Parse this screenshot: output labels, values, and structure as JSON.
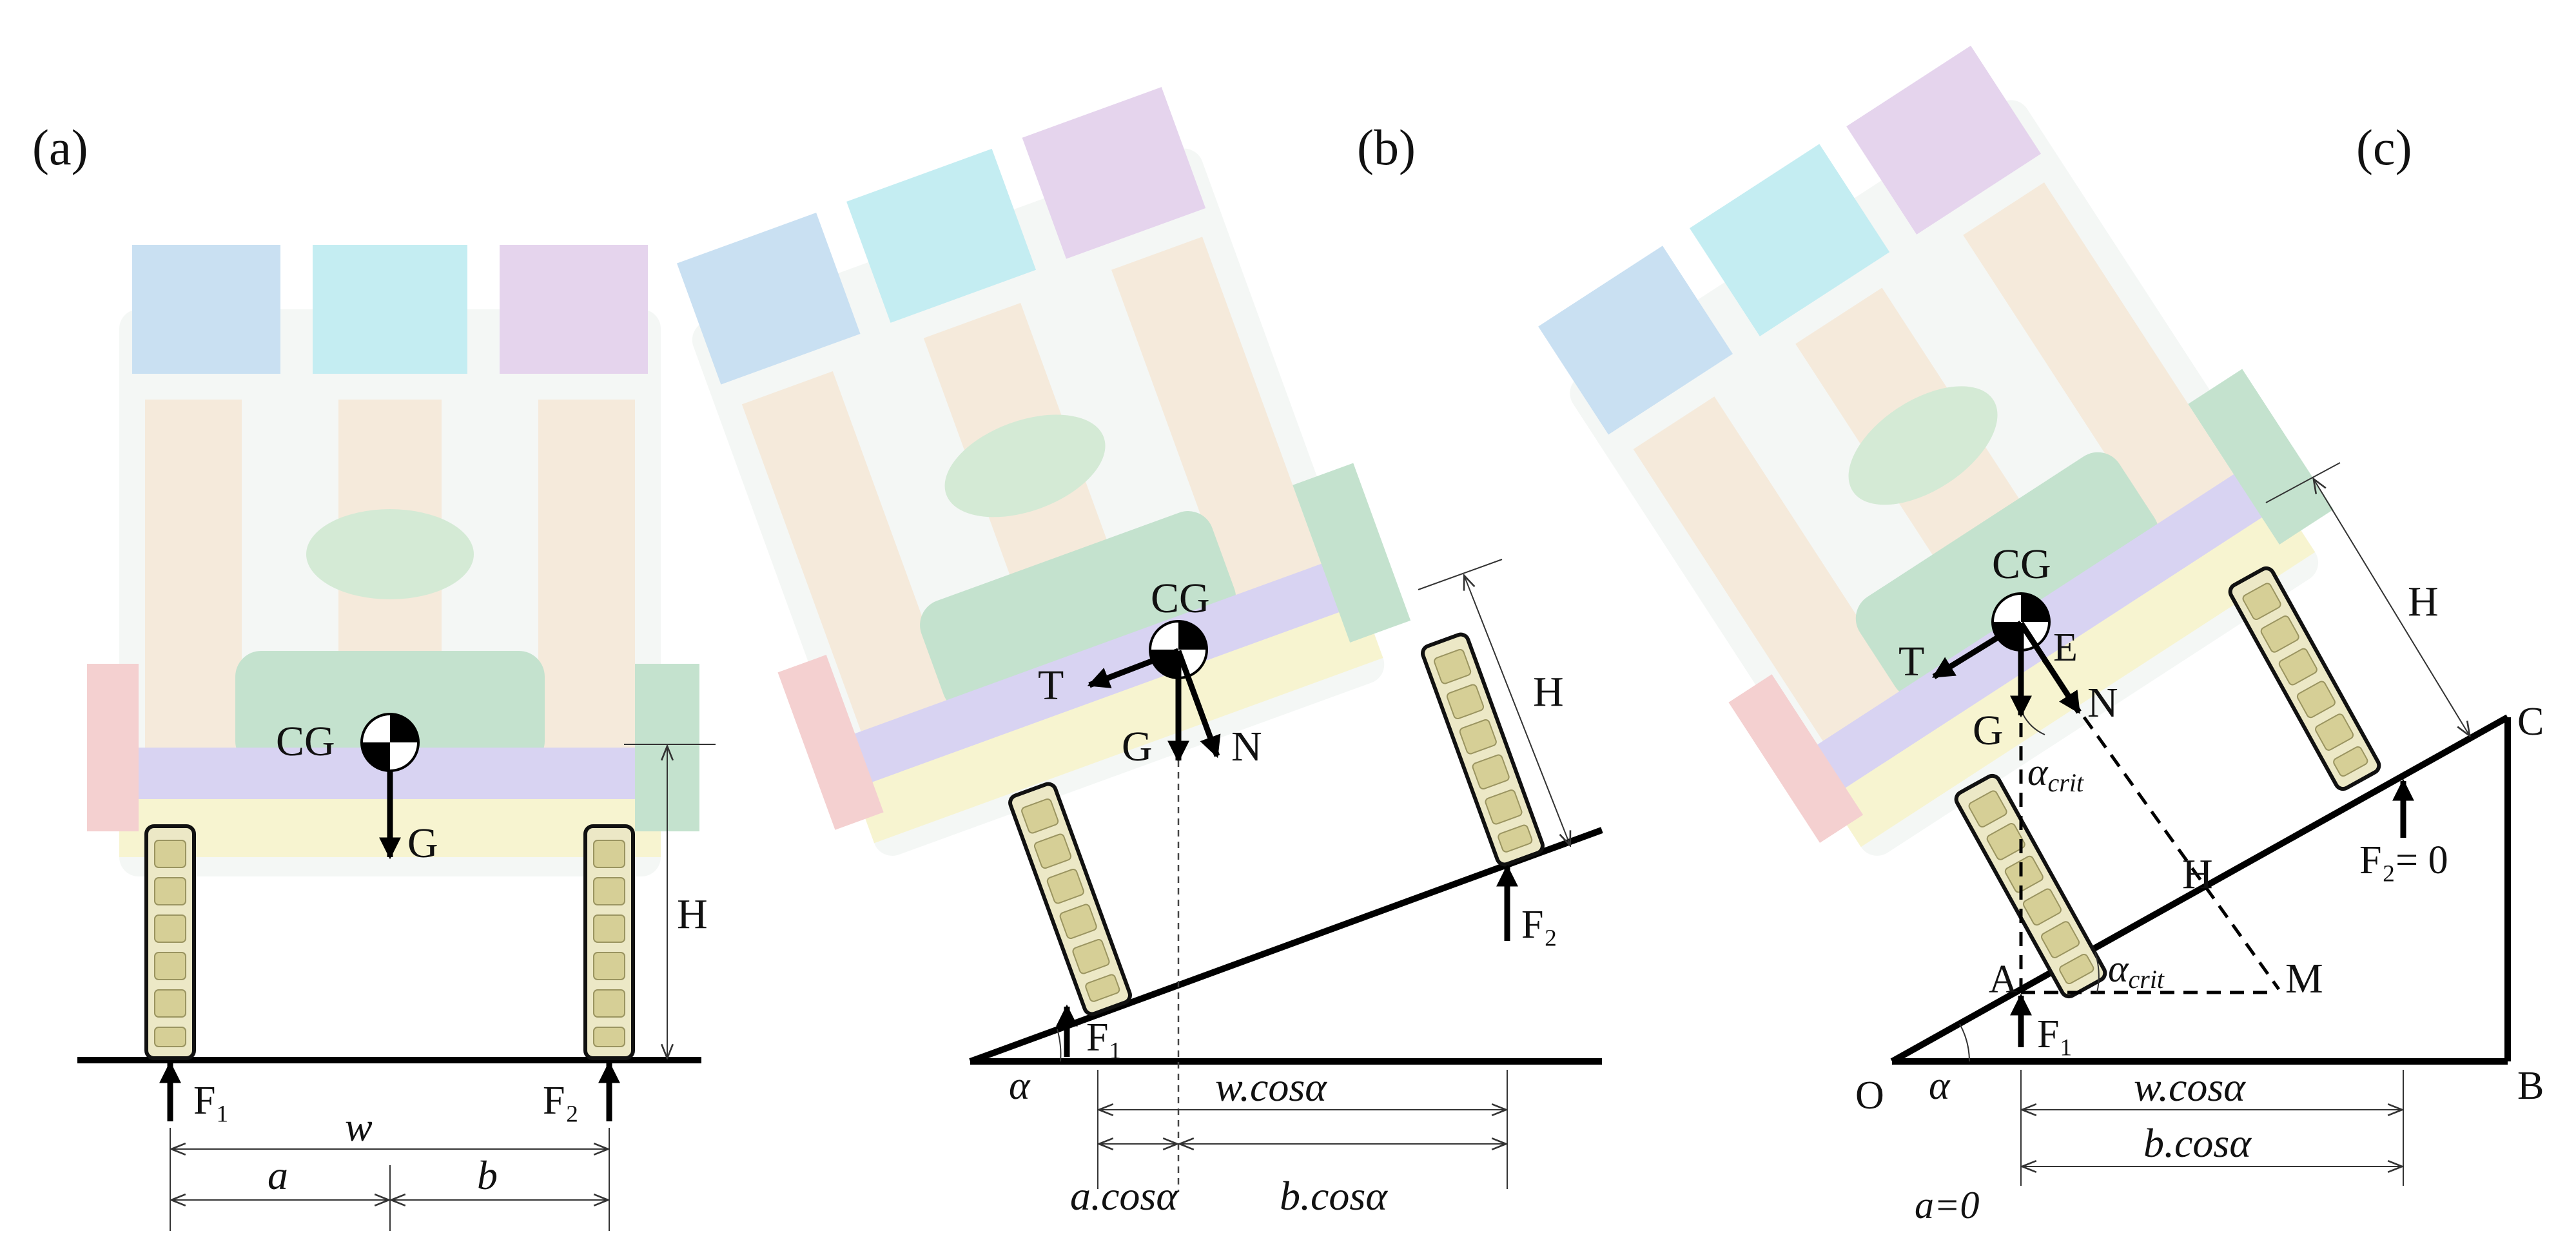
{
  "panels": {
    "a": {
      "tag": "(a)",
      "cg": "CG",
      "g": "G",
      "f1": "F₁",
      "f2": "F₂",
      "h": "H",
      "w": "w",
      "a": "a",
      "b": "b"
    },
    "b": {
      "tag": "(b)",
      "cg": "CG",
      "t": "T",
      "g": "G",
      "n": "N",
      "h": "H",
      "f1": "F₁",
      "f2": "F₂",
      "alpha": "α",
      "wcos": "w.cosα",
      "acos": "a.cosα",
      "bcos": "b.cosα"
    },
    "c": {
      "tag": "(c)",
      "cg": "CG",
      "t": "T",
      "e": "E",
      "g": "G",
      "n": "N",
      "h_upper": "H",
      "h_mid": "H",
      "alpha_crit_top": "α",
      "alpha_crit_bottom": "α",
      "crit_sub": "crit",
      "c": "C",
      "b": "B",
      "o": "O",
      "a": "A",
      "m": "M",
      "f1": "F₁",
      "f2": "F₂= 0",
      "alpha": "α",
      "wcos": "w.cosα",
      "bcos": "b.cosα",
      "a0": "a=0"
    }
  },
  "colors": {
    "ink": "#000000",
    "wheel_fill": "#ece8c6",
    "ghost_green": "#4aa86a",
    "ghost_blue": "#5aa0d8",
    "ghost_purple": "#b07cc8",
    "ghost_yellow": "#e8e070"
  }
}
